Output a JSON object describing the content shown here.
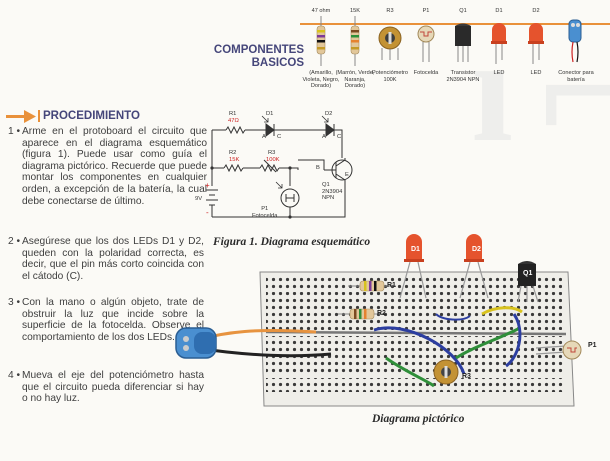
{
  "components": {
    "title_line1": "COMPONENTES",
    "title_line2": "BASICOS",
    "items": [
      {
        "label": "47 ohm",
        "desc": "(Amarillo, Violeta, Negro, Dorado)"
      },
      {
        "label": "15K",
        "desc": "(Marrón, Verde, Naranja, Dorado)"
      },
      {
        "label": "R3",
        "desc": "Potenciómetro 100K"
      },
      {
        "label": "P1",
        "desc": "Fotocelda"
      },
      {
        "label": "Q1",
        "desc": "Transistor 2N3904 NPN"
      },
      {
        "label": "D1",
        "desc": "LED"
      },
      {
        "label": "D2",
        "desc": "LED"
      },
      {
        "label": "",
        "desc": "Conector para batería"
      }
    ]
  },
  "procedure": {
    "title": "PROCEDIMIENTO",
    "steps": [
      {
        "num": "1 •",
        "text": "Arme en el protoboard el circuito que aparece en el diagrama esquemático (figura 1). Puede usar como guía el diagrama pictórico. Recuerde que puede montar los componentes en cualquier orden, a excepción de la batería, la cual debe conectarse de último."
      },
      {
        "num": "2 •",
        "text": "Asegúrese que los dos LEDs D1 y D2, queden con la polaridad correcta, es decir, que el pin más corto coincida con el cátodo (C)."
      },
      {
        "num": "3 •",
        "text": "Con la mano o algún objeto, trate de obstruir la luz que incide sobre la superficie de la fotocelda. Observe el comportamiento de los dos LEDs."
      },
      {
        "num": "4 •",
        "text": "Mueva el eje del potenciómetro hasta que el circuito pueda diferenciar si hay o no hay luz."
      }
    ]
  },
  "schematic": {
    "caption": "Figura 1. Diagrama esquemático",
    "r1": "R1",
    "r1_val": "47Ω",
    "r2": "R2",
    "r2_val": "15K",
    "r3": "R3",
    "r3_val": "100K",
    "d1": "D1",
    "d2": "D2",
    "anode": "A",
    "cathode": "C",
    "q1": "Q1",
    "q1_part": "2N3904",
    "q1_type": "NPN",
    "batt": "9V",
    "plus": "+",
    "minus": "-",
    "p1": "P1",
    "p1_name": "Fotocelda",
    "pin_b": "B",
    "pin_e": "E"
  },
  "pictorial": {
    "caption": "Diagrama pictórico",
    "d1": "D1",
    "d2": "D2",
    "q1": "Q1",
    "r1": "R1",
    "r2": "R2",
    "r3": "R3",
    "p1": "P1"
  },
  "colors": {
    "accent": "#e9913a",
    "heading": "#45467a",
    "led": "#e5532d",
    "wire_blue": "#2c3ea0",
    "wire_green": "#2f8f3a",
    "wire_orange": "#e7933f"
  }
}
